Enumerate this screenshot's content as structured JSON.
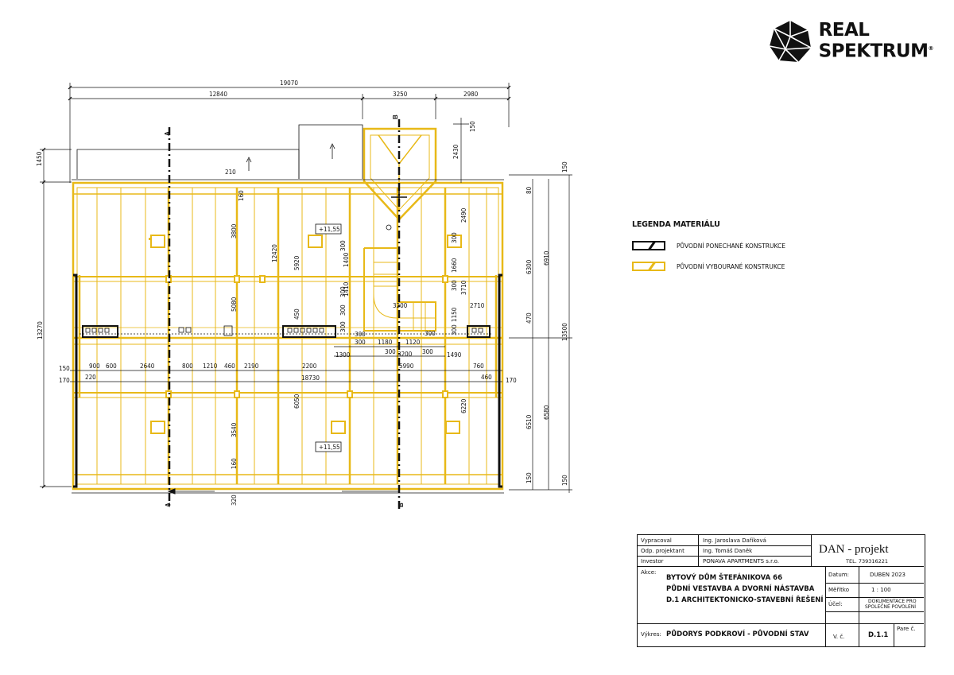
{
  "logo": {
    "line1": "REAL",
    "line2": "SPEKTRUM",
    "mark": "®"
  },
  "legend": {
    "title": "LEGENDA MATERIÁLU",
    "items": [
      {
        "label": "PŮVODNÍ PONECHANÉ KONSTRUKCE",
        "color": "#111111"
      },
      {
        "label": "PŮVODNÍ VYBOURANÉ KONSTRUKCE",
        "color": "#e8b918"
      }
    ]
  },
  "plan": {
    "section_a": "A",
    "section_b": "B",
    "levels": [
      "+11,55",
      "+11,55"
    ],
    "dims_top": [
      "19070",
      "12840",
      "3250",
      "2980"
    ],
    "dims_right_outer": [
      "150",
      "6910",
      "150",
      "13500",
      "6580",
      "150"
    ],
    "dims_right_inner": [
      "80",
      "6300",
      "470",
      "6510",
      "150"
    ],
    "dims_left": [
      "1450",
      "13270",
      "150",
      "170"
    ],
    "dims_row_a": [
      "900",
      "600",
      "2640",
      "800",
      "1210",
      "460",
      "2190",
      "2200",
      "1300",
      "5990",
      "1490",
      "760",
      "460"
    ],
    "dims_row_b": [
      "220",
      "18730"
    ],
    "dims_stair": [
      "300",
      "1180",
      "1120",
      "300",
      "3200",
      "300"
    ],
    "dims_misc": [
      "210",
      "160",
      "3800",
      "12420",
      "5920",
      "5080",
      "450",
      "6050",
      "3540",
      "160",
      "320",
      "1400",
      "300",
      "1410",
      "300",
      "300",
      "3200",
      "300",
      "1660",
      "300",
      "3710",
      "1150",
      "2710",
      "300",
      "2490",
      "2430",
      "150",
      "6220",
      "170",
      "300",
      "300",
      "300"
    ]
  },
  "title_block": {
    "vypracoval_label": "Vypracoval",
    "vypracoval": "Ing. Jaroslava Dafíková",
    "odp_label": "Odp. projektant",
    "odp": "Ing. Tomáš Daněk",
    "investor_label": "Investor",
    "investor": "PONAVA APARTMENTS s.r.o.",
    "firm": "DAN - projekt",
    "tel": "TEL. 739316221",
    "akce_label": "Akce:",
    "akce_1": "BYTOVÝ DŮM ŠTEFÁNIKOVA 66",
    "akce_2": "PŮDNÍ VESTAVBA A DVORNÍ NÁSTAVBA",
    "akce_3": "D.1 ARCHITEKTONICKO-STAVEBNÍ ŘEŠENÍ",
    "datum_label": "Datum:",
    "datum": "DUBEN 2023",
    "meritko_label": "Měřítko",
    "meritko": "1 : 100",
    "ucel_label": "Účel:",
    "ucel_1": "DOKUMENTACE PRO",
    "ucel_2": "SPOLEČNÉ POVOLENÍ",
    "vykres_label": "Výkres:",
    "vykres": "PŮDORYS PODKROVÍ - PŮVODNÍ STAV",
    "vc_label": "V. č.",
    "vc": "D.1.1",
    "pare_label": "Pare č."
  }
}
